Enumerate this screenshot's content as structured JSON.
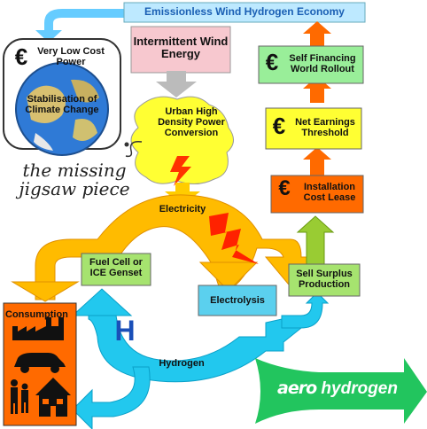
{
  "title": "Emissionless Wind Hydrogen Economy",
  "intermittent_wind": "Intermittent Wind Energy",
  "very_low_cost": {
    "symbol": "€",
    "text": "Very Low Cost Power"
  },
  "stabilisation": "Stabilisation of Climate Change",
  "urban": "Urban High Density Power Conversion",
  "missing_piece": "the missing jigsaw piece",
  "electricity": "Electricity",
  "hydrogen": "Hydrogen",
  "h_letter": "H",
  "fuel_cell": "Fuel Cell or ICE Genset",
  "electrolysis": "Electrolysis",
  "consumption": "Consumption",
  "sell_surplus": "Sell Surplus Production",
  "installation": {
    "symbol": "€",
    "text": "Installation Cost Lease"
  },
  "net_earnings": {
    "symbol": "€",
    "text": "Net Earnings Threshold"
  },
  "self_financing": {
    "symbol": "€",
    "text": "Self Financing World Rollout"
  },
  "brand": {
    "prefix": "aero",
    "suffix": "hydrogen"
  },
  "colors": {
    "title_fill": "#bde9ff",
    "title_text": "#1a5fb4",
    "wind_pink": "#f7c8cf",
    "urban_yellow": "#ffff33",
    "electricity_orange": "#ffb400",
    "hydrogen_cyan": "#22c8ee",
    "box_green": "#a6e36f",
    "box_blue": "#5bd0ee",
    "consumption_orange": "#ff6a00",
    "install_orange": "#ff6a00",
    "net_yellow": "#ffff33",
    "self_green": "#99ee99",
    "brand_green": "#22c55e"
  }
}
